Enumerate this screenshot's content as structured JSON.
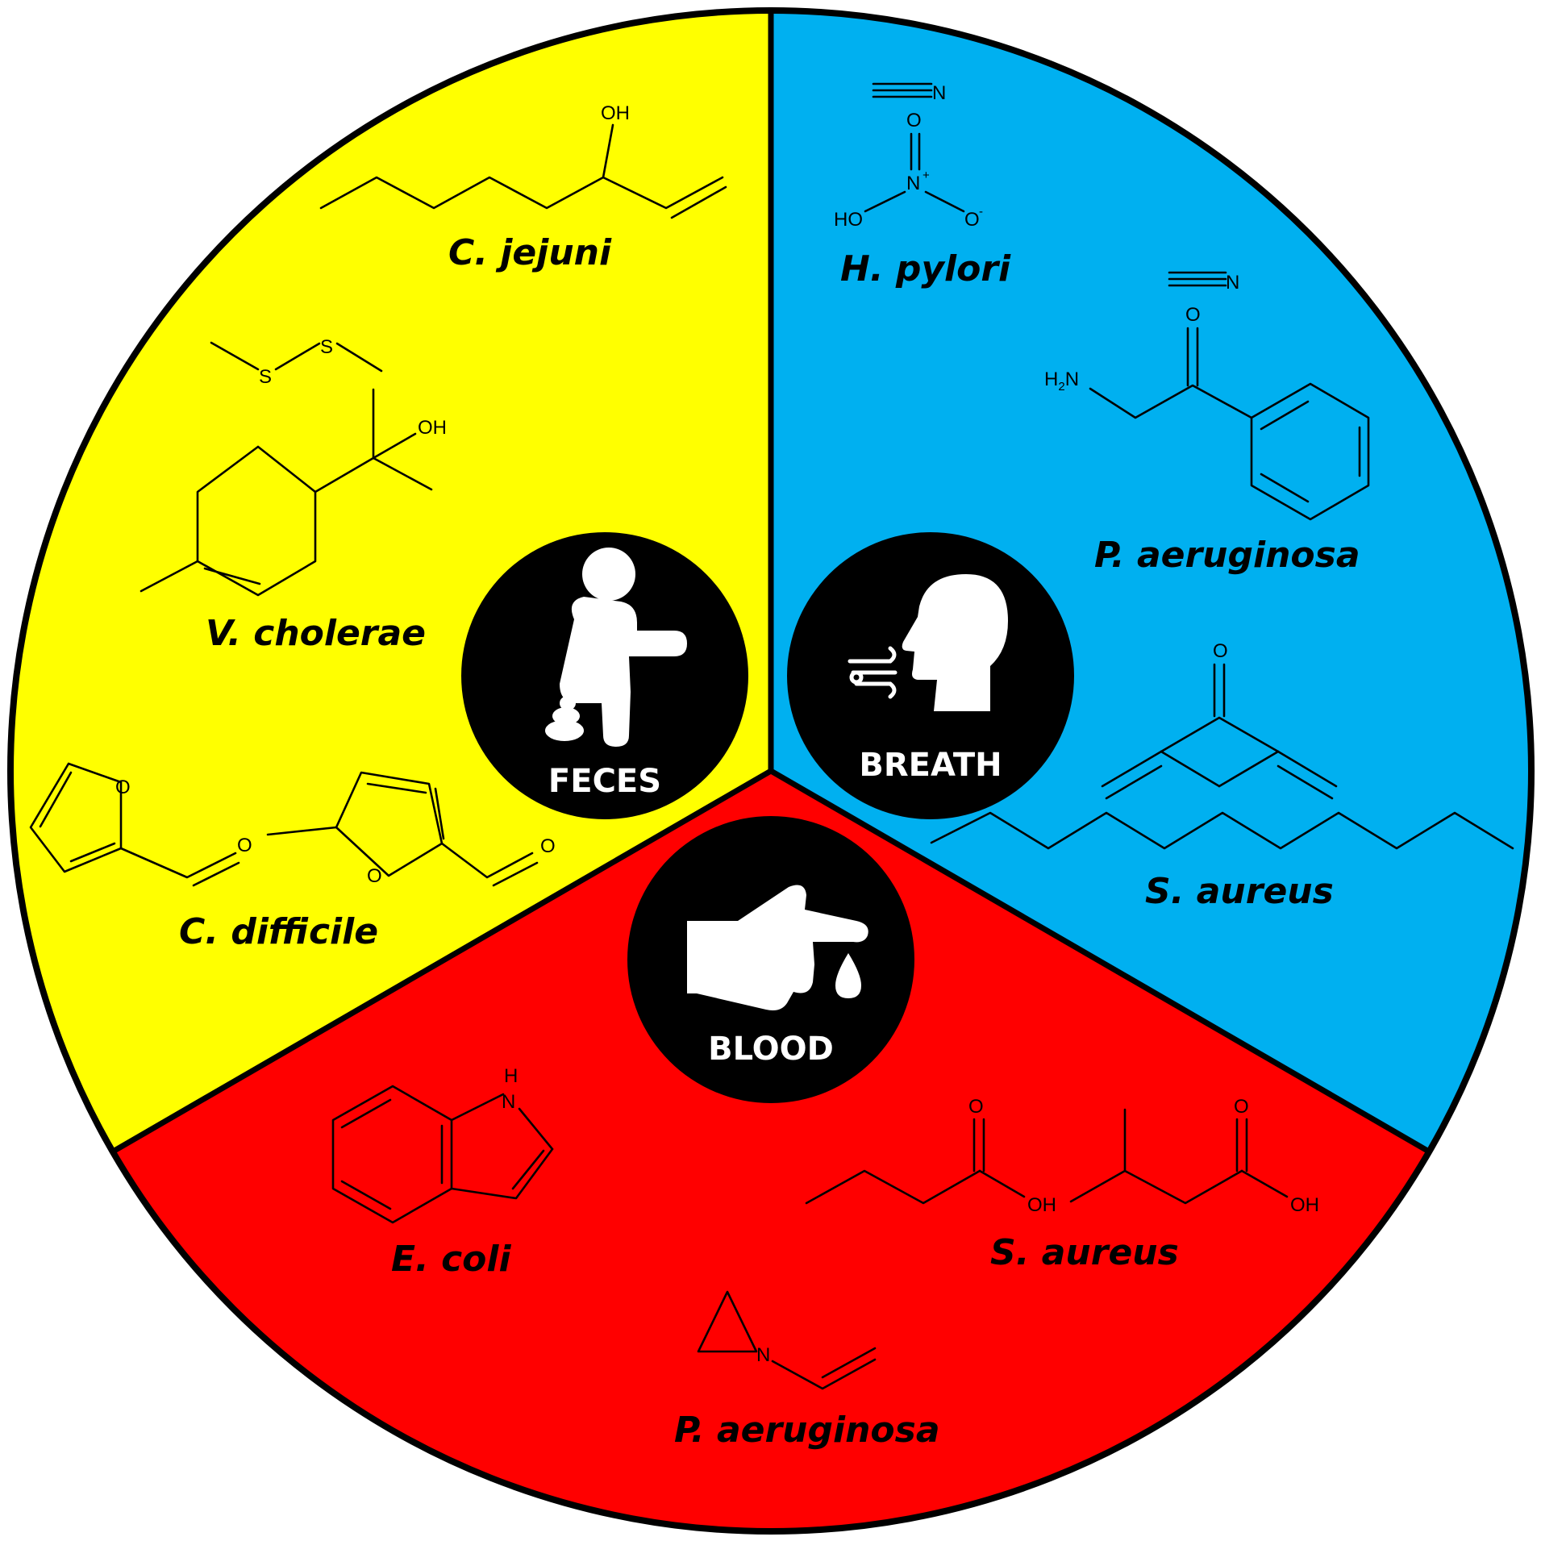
{
  "colors": {
    "feces_sector": "#ffff00",
    "breath_sector": "#00b0f0",
    "blood_sector": "#ff0000",
    "hub": "#000000",
    "outline": "#000000"
  },
  "hubs": {
    "feces": {
      "label": "FECES",
      "icon": "person-sitting-stool-icon"
    },
    "breath": {
      "label": "BREATH",
      "icon": "head-exhaling-icon"
    },
    "blood": {
      "label": "BLOOD",
      "icon": "finger-blood-drop-icon"
    }
  },
  "feces": {
    "c_jejuni": "C. jejuni",
    "v_cholerae": "V. cholerae",
    "c_difficile": "C. difficile"
  },
  "breath": {
    "h_pylori": "H. pylori",
    "p_aeruginosa": "P. aeruginosa",
    "s_aureus": "S. aureus"
  },
  "blood": {
    "e_coli": "E. coli",
    "s_aureus": "S. aureus",
    "p_aeruginosa": "P. aeruginosa"
  },
  "atoms": {
    "oh": "OH",
    "s": "S",
    "o": "O",
    "n": "N",
    "nh": "N",
    "h": "H",
    "ho": "HO",
    "h2n": "H",
    "sub2": "2",
    "plus": "+",
    "minus": "-"
  }
}
